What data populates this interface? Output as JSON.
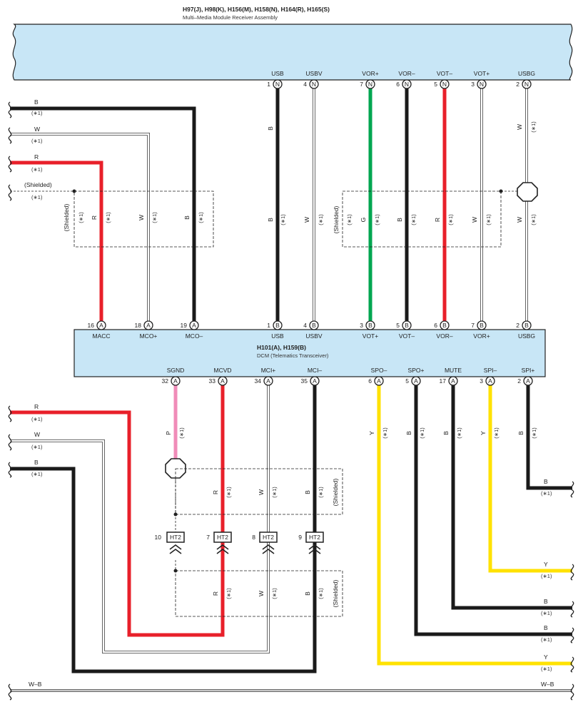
{
  "receiver": {
    "codes": "H97(J), H98(K), H156(M), H158(N), H164(R), H165(S)",
    "name": "Multi–Media Module Receiver Assembly",
    "pins": [
      {
        "num": "1",
        "conn": "N",
        "label": "USB"
      },
      {
        "num": "4",
        "conn": "N",
        "label": "USBV"
      },
      {
        "num": "7",
        "conn": "N",
        "label": "VOR+"
      },
      {
        "num": "6",
        "conn": "N",
        "label": "VOR–"
      },
      {
        "num": "5",
        "conn": "N",
        "label": "VOT–"
      },
      {
        "num": "3",
        "conn": "N",
        "label": "VOT+"
      },
      {
        "num": "2",
        "conn": "N",
        "label": "USBG"
      }
    ]
  },
  "dcm": {
    "codes": "H101(A), H159(B)",
    "name": "DCM (Telematics Transceiver)",
    "top_pins": [
      {
        "num": "16",
        "conn": "A",
        "label": "MACC"
      },
      {
        "num": "18",
        "conn": "A",
        "label": "MCO+"
      },
      {
        "num": "19",
        "conn": "A",
        "label": "MCO–"
      },
      {
        "num": "1",
        "conn": "B",
        "label": "USB"
      },
      {
        "num": "4",
        "conn": "B",
        "label": "USBV"
      },
      {
        "num": "3",
        "conn": "B",
        "label": "VOT+"
      },
      {
        "num": "5",
        "conn": "B",
        "label": "VOT–"
      },
      {
        "num": "6",
        "conn": "B",
        "label": "VOR–"
      },
      {
        "num": "7",
        "conn": "B",
        "label": "VOR+"
      },
      {
        "num": "2",
        "conn": "B",
        "label": "USBG"
      }
    ],
    "bottom_pins": [
      {
        "num": "32",
        "conn": "A",
        "label": "SGND"
      },
      {
        "num": "33",
        "conn": "A",
        "label": "MCVD"
      },
      {
        "num": "34",
        "conn": "A",
        "label": "MCI+"
      },
      {
        "num": "35",
        "conn": "A",
        "label": "MCI–"
      },
      {
        "num": "6",
        "conn": "A",
        "label": "SPO–"
      },
      {
        "num": "5",
        "conn": "A",
        "label": "SPO+"
      },
      {
        "num": "17",
        "conn": "A",
        "label": "MUTE"
      },
      {
        "num": "3",
        "conn": "A",
        "label": "SPI–"
      },
      {
        "num": "2",
        "conn": "A",
        "label": "SPI+"
      }
    ]
  },
  "ht2": [
    {
      "num": "10",
      "label": "HT2"
    },
    {
      "num": "7",
      "label": "HT2"
    },
    {
      "num": "8",
      "label": "HT2"
    },
    {
      "num": "9",
      "label": "HT2"
    }
  ],
  "note": "(∗1)",
  "shielded": "(Shielded)",
  "colors": {
    "B": "B",
    "W": "W",
    "R": "R",
    "G": "G",
    "P": "P",
    "Y": "Y",
    "WB": "W–B"
  },
  "wire_hex": {
    "black": "#1a1a1a",
    "red": "#e8202a",
    "green": "#00a650",
    "pink": "#f08cb8",
    "yellow": "#ffe200",
    "white": "#ffffff",
    "box": "#c8e6f6"
  }
}
